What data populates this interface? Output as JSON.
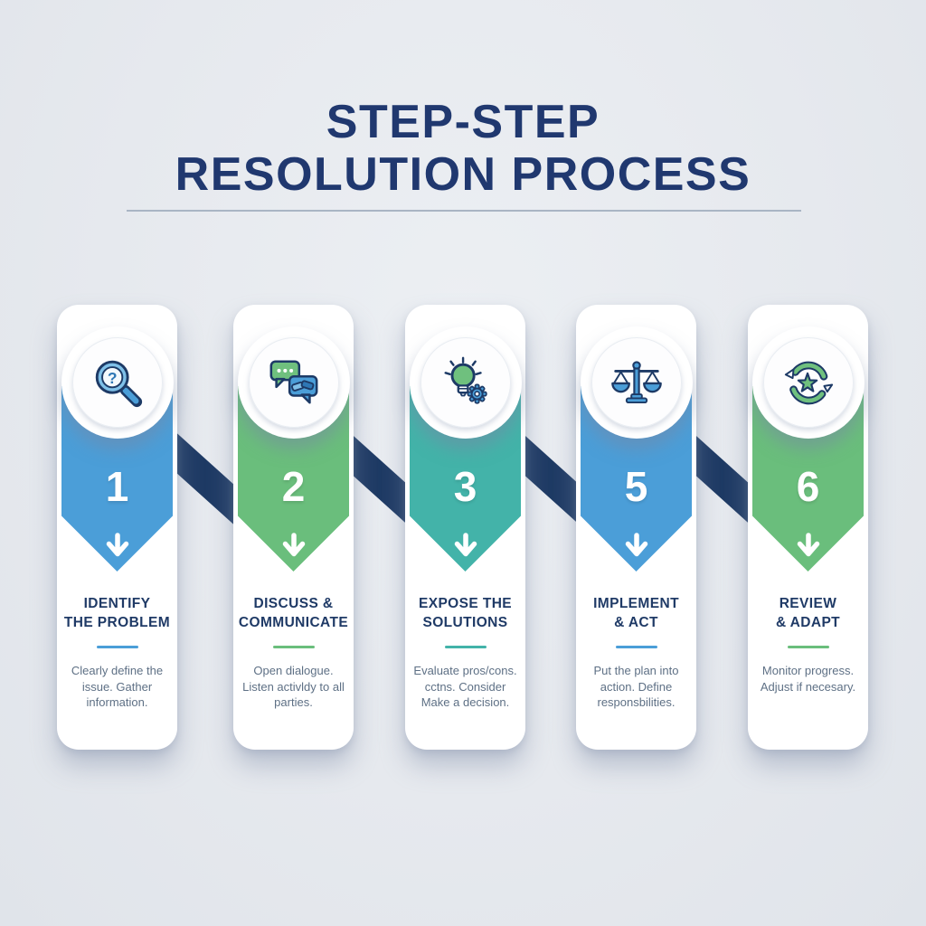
{
  "header": {
    "title_line1": "STEP-STEP",
    "title_line2": "RESOLUTION PROCESS"
  },
  "colors": {
    "background": "#e6e9ee",
    "title_navy": "#20386f",
    "connector_navy": "#1e3a64",
    "card_white": "#ffffff",
    "accent_blue": "#4b9ed8",
    "accent_green": "#6abe7c",
    "accent_teal": "#43b3a9",
    "body_text": "#5e7085"
  },
  "steps": [
    {
      "number": "1",
      "accent": "#4b9ed8",
      "icon": "magnifier-question-icon",
      "title_line1": "IDENTIFY",
      "title_line2": "THE PROBLEM",
      "description": "Clearly define the issue. Gather information."
    },
    {
      "number": "2",
      "accent": "#6abe7c",
      "icon": "chat-handshake-icon",
      "title_line1": "DISCUSS &",
      "title_line2": "COMMUNICATE",
      "description": "Open dialogue. Listen activldy to all parties."
    },
    {
      "number": "3",
      "accent": "#43b3a9",
      "icon": "lightbulb-gear-icon",
      "title_line1": "EXPOSE THE",
      "title_line2": "SOLUTIONS",
      "description": "Evaluate pros/cons. cctns. Consider Make a decision."
    },
    {
      "number": "5",
      "accent": "#4b9ed8",
      "icon": "balance-scale-icon",
      "title_line1": "IMPLEMENT",
      "title_line2": "& ACT",
      "description": "Put the plan into action. Define responsbilities."
    },
    {
      "number": "6",
      "accent": "#6abe7c",
      "icon": "refresh-star-icon",
      "title_line1": "REVIEW",
      "title_line2": "& ADAPT",
      "description": "Monitor progress. Adjust if necesary."
    }
  ]
}
